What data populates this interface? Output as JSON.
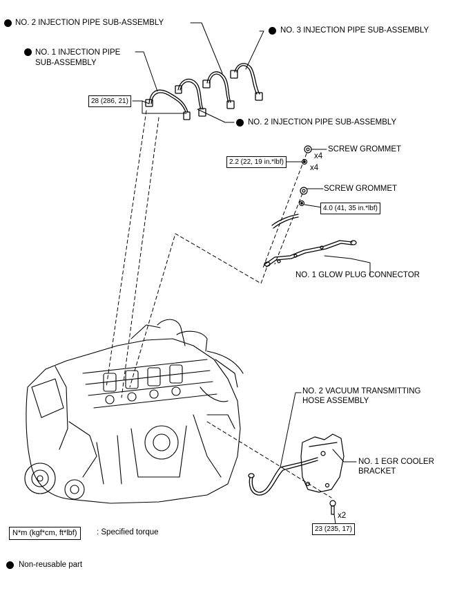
{
  "labels": {
    "no2_pipe_top": "NO. 2 INJECTION PIPE SUB-ASSEMBLY",
    "no3_pipe": "NO. 3 INJECTION PIPE SUB-ASSEMBLY",
    "no1_pipe_line1": "NO. 1 INJECTION PIPE",
    "no1_pipe_line2": "SUB-ASSEMBLY",
    "no2_pipe_mid": "NO. 2 INJECTION PIPE SUB-ASSEMBLY",
    "screw_grommet_1": "SCREW GROMMET",
    "screw_grommet_2": "SCREW GROMMET",
    "qty_x4_a": "x4",
    "qty_x4_b": "x4",
    "glow_plug": "NO. 1 GLOW PLUG CONNECTOR",
    "vacuum_hose_line1": "NO. 2 VACUUM TRANSMITTING",
    "vacuum_hose_line2": "HOSE ASSEMBLY",
    "egr_line1": "NO. 1 EGR COOLER",
    "egr_line2": "BRACKET",
    "qty_x2": "x2"
  },
  "torques": {
    "pipe": "28 (286, 21)",
    "nut_small": "2.2 (22, 19 in.*lbf)",
    "connector": "4.0 (41, 35 in.*lbf)",
    "bracket": "23 (235, 17)"
  },
  "legend": {
    "torque_box": "N*m (kgf*cm, ft*lbf)",
    "torque_text": ": Specified torque",
    "nonreusable_text": "Non-reusable part"
  }
}
